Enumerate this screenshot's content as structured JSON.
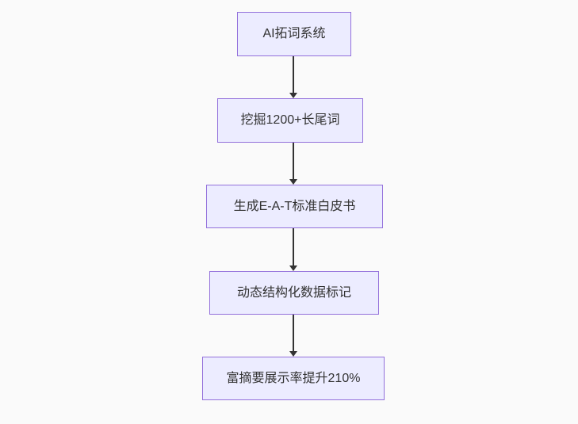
{
  "diagram": {
    "type": "flowchart",
    "direction": "top-down",
    "colors": {
      "background": "#fafafa",
      "node_fill": "#ececff",
      "node_border": "#9370db",
      "arrow": "#333333",
      "text": "#333333"
    },
    "nodes": [
      {
        "label": "AI拓词系统"
      },
      {
        "label": "挖掘1200+长尾词"
      },
      {
        "label": "生成E-A-T标准白皮书"
      },
      {
        "label": "动态结构化数据标记"
      },
      {
        "label": "富摘要展示率提升210%"
      }
    ],
    "edges": [
      {
        "from": "AI拓词系统",
        "to": "挖掘1200+长尾词"
      },
      {
        "from": "挖掘1200+长尾词",
        "to": "生成E-A-T标准白皮书"
      },
      {
        "from": "生成E-A-T标准白皮书",
        "to": "动态结构化数据标记"
      },
      {
        "from": "动态结构化数据标记",
        "to": "富摘要展示率提升210%"
      }
    ]
  }
}
